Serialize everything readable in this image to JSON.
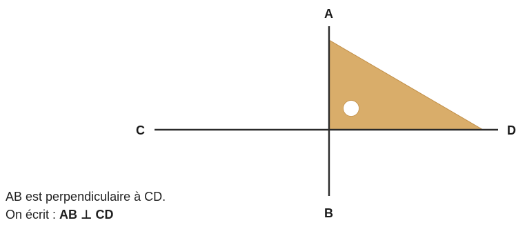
{
  "points": {
    "A": "A",
    "B": "B",
    "C": "C",
    "D": "D"
  },
  "caption": {
    "line1": "AB est perpendiculaire à CD.",
    "line2_prefix": "On écrit : ",
    "line2_expr": "AB ⊥ CD"
  },
  "colors": {
    "set_square_fill": "#d9ad6a",
    "line_stroke": "#2a2a2a",
    "hole_fill": "#ffffff"
  }
}
